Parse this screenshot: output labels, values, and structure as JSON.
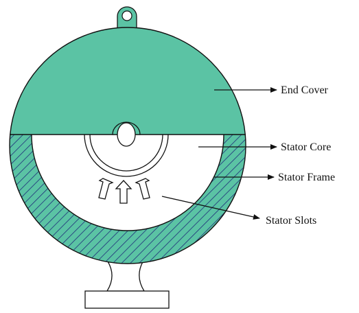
{
  "diagram": {
    "colors": {
      "fill": "#5bc3a4",
      "hatch": "#1e2d7a",
      "outline": "#111111",
      "background": "#ffffff"
    },
    "labels": {
      "end_cover": "End Cover",
      "stator_core": "Stator Core",
      "stator_frame": "Stator Frame",
      "stator_slots": "Stator Slots"
    }
  }
}
